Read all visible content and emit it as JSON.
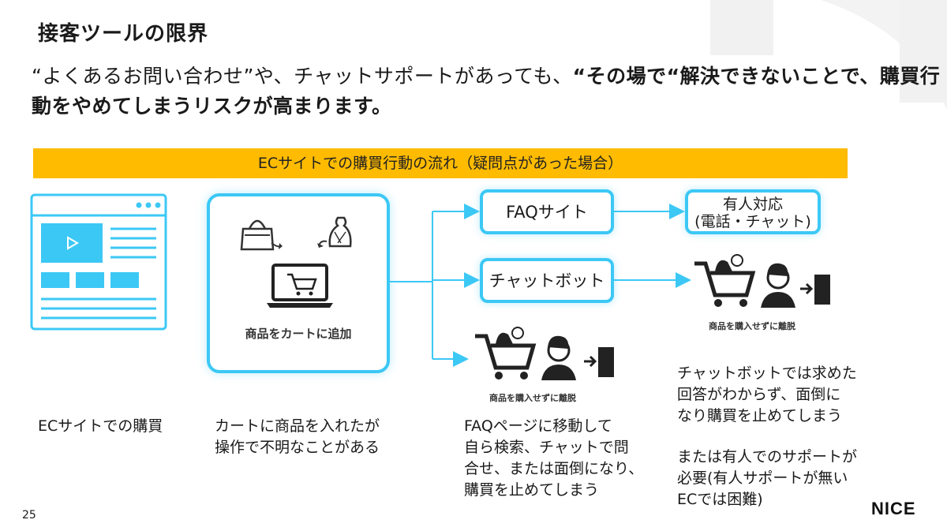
{
  "slide": {
    "title": "接客ツールの限界",
    "lead_normal": "“よくあるお問い合わせ”や、チャットサポートがあっても、",
    "lead_bold": "“その場で“解決できないことで、購買行動をやめてしまうリスクが高まります。",
    "banner": "ECサイトでの購買行動の流れ（疑問点があった場合）",
    "cart_label": "商品をカートに追加",
    "faq_node": "FAQサイト",
    "chatbot_node": "チャットボット",
    "human_node_line1": "有人対応",
    "human_node_line2": "(電話・チャット)",
    "leave_label_1": "商品を購入せずに離脱",
    "leave_label_2": "商品を購入せずに離脱",
    "desc_ec": "ECサイトでの購買",
    "desc_cart": [
      "カートに商品を入れたが",
      "操作で不明なことがある"
    ],
    "desc_faq": [
      "FAQページに移動して",
      "自ら検索、チャットで問",
      "合せ、または面倒になり、",
      "購買を止めてしまう"
    ],
    "desc_chatbot": [
      "チャットボットでは求めた",
      "回答がわからず、面倒に",
      "なり購買を止めてしまう"
    ],
    "desc_human": [
      "または有人でのサポートが",
      "必要(有人サポートが無い",
      "ECでは困難)"
    ],
    "page_number": "25",
    "logo": "NICE"
  },
  "colors": {
    "accent_yellow": "#ffbb00",
    "accent_cyan": "#3cc8f5",
    "text": "#1a1a1a"
  },
  "icons": [
    "browser-window-icon",
    "play-icon",
    "handbag-icon",
    "money-bag-icon",
    "laptop-cart-icon",
    "shopping-cart-icon",
    "person-icon",
    "exit-door-icon"
  ]
}
